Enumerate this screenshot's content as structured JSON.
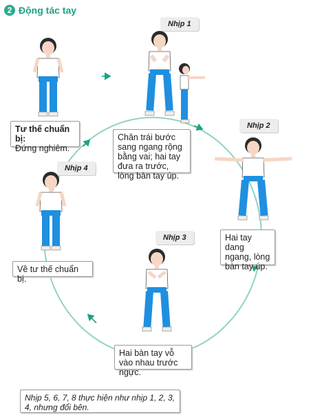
{
  "section": {
    "number": "2",
    "title": "Động tác tay"
  },
  "start": {
    "heading": "Tư thế chuẩn bị:",
    "text": "Đứng nghiêm."
  },
  "step1": {
    "label": "Nhịp 1",
    "text": "Chân trái bước sang ngang rộng bằng vai; hai tay đưa ra trước, lòng bàn tay úp."
  },
  "step2": {
    "label": "Nhịp 2",
    "text": "Hai tay dang ngang, lòng bàn tay úp."
  },
  "step3": {
    "label": "Nhịp 3",
    "text": "Hai bàn tay vỗ vào nhau trước ngực."
  },
  "step4": {
    "label": "Nhịp 4",
    "text": "Về tư thế chuẩn bị."
  },
  "note": "Nhịp 5, 6, 7, 8 thực hiện như nhịp 1, 2, 3, 4, nhưng đổi bên.",
  "colors": {
    "accent": "#1ea183",
    "shirt_trim": "#1ea183",
    "pants": "#1f8fe0",
    "hair": "#2b2b2b",
    "skin": "#f6d6c4"
  }
}
